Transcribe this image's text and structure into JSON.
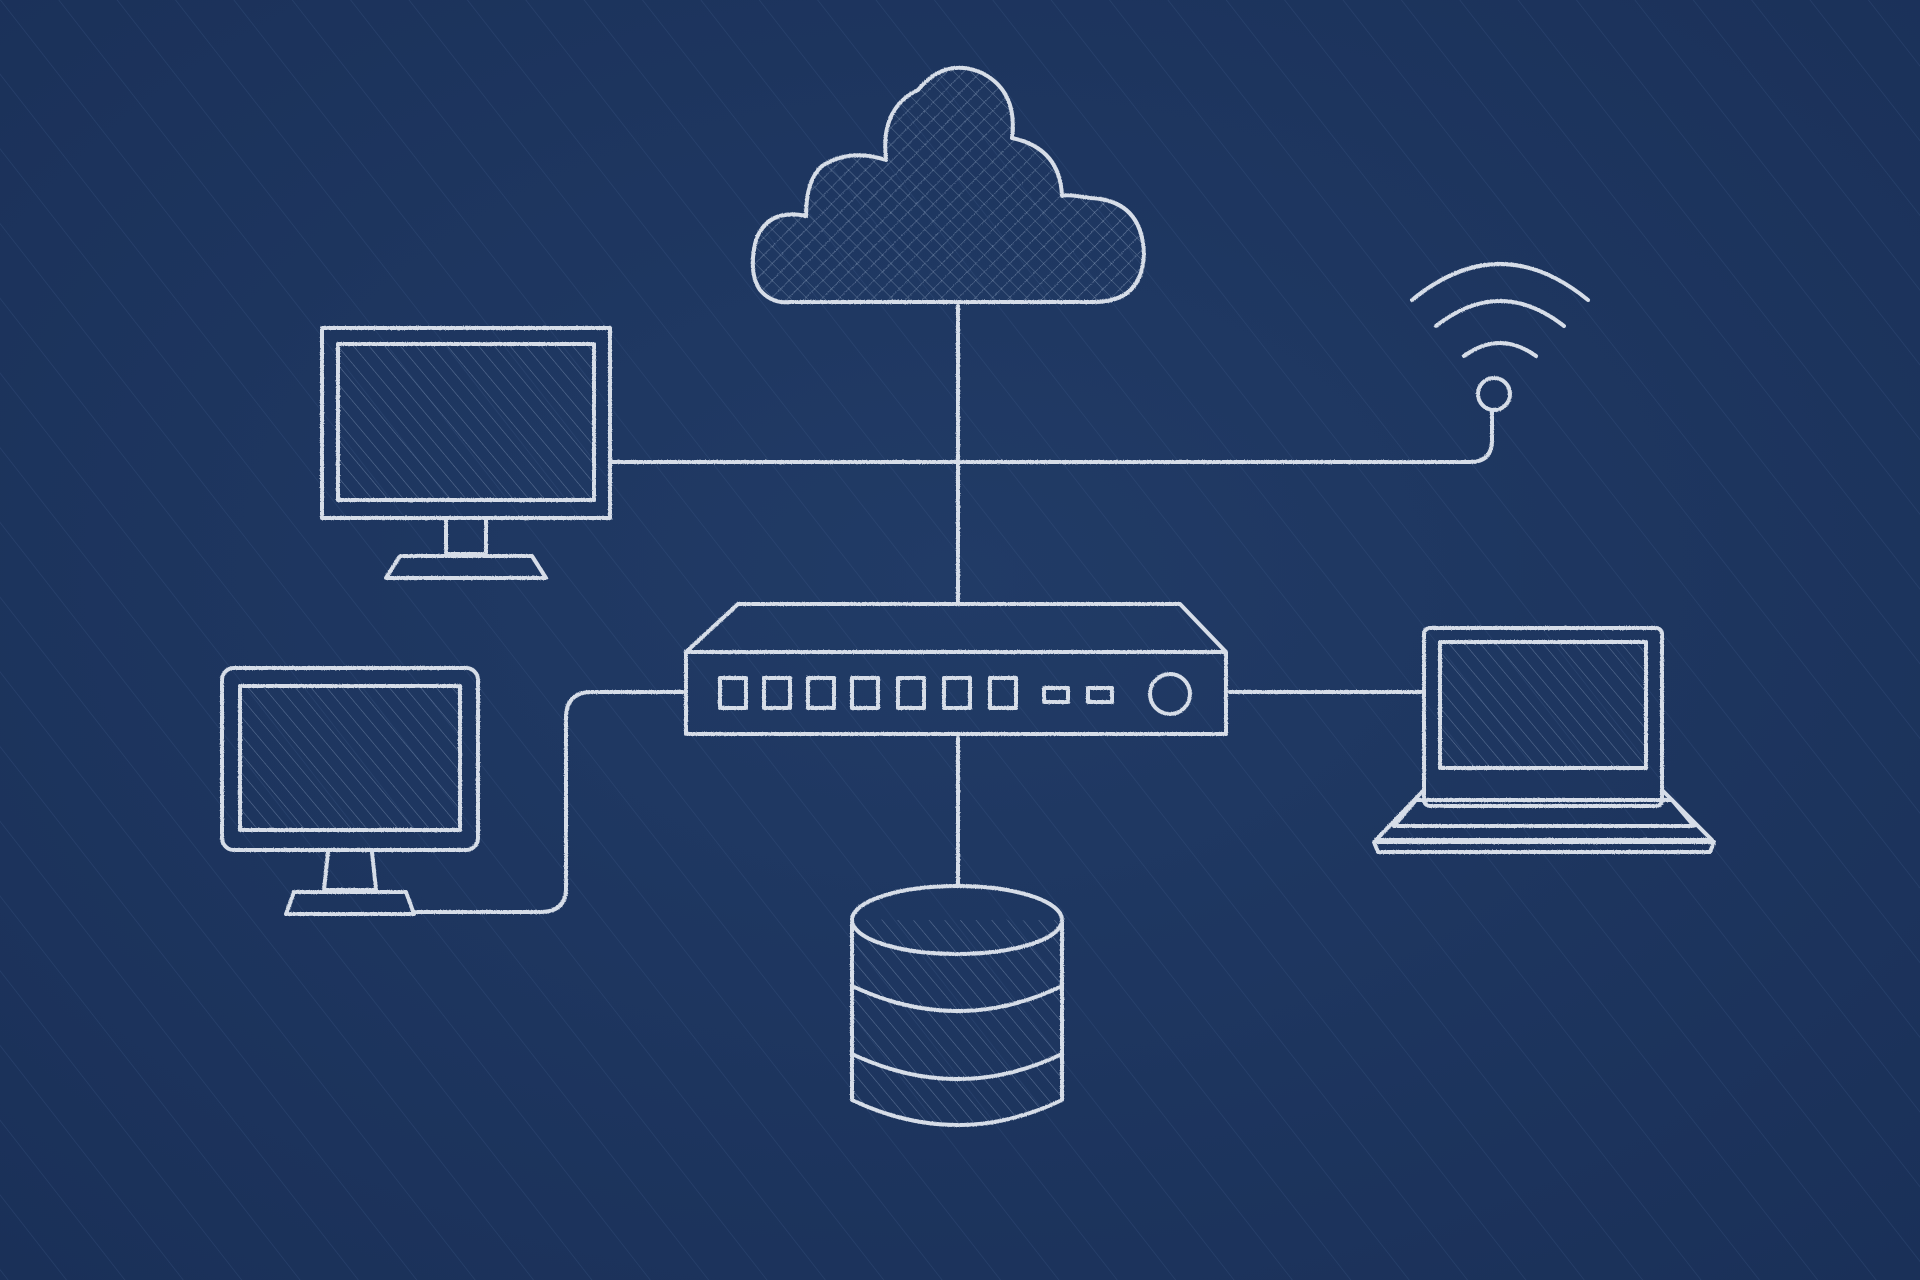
{
  "diagram": {
    "kind": "network-topology-sketch",
    "style": "chalk-on-blueprint",
    "colors": {
      "background": "#1f3862",
      "background_edge": "#1a3058",
      "chalk": "#d6dde8",
      "hatch": "#8fa3c2"
    },
    "nodes": [
      {
        "id": "cloud",
        "icon": "cloud-icon"
      },
      {
        "id": "wifi",
        "icon": "wifi-icon"
      },
      {
        "id": "monitor-top-left",
        "icon": "monitor-icon"
      },
      {
        "id": "monitor-bottom-left",
        "icon": "monitor-icon"
      },
      {
        "id": "switch",
        "icon": "network-switch-icon",
        "ports": 7,
        "small_ports": 2,
        "indicators": 1
      },
      {
        "id": "laptop",
        "icon": "laptop-icon"
      },
      {
        "id": "database",
        "icon": "database-icon",
        "layers": 3
      }
    ],
    "links": [
      {
        "from": "cloud",
        "to": "switch"
      },
      {
        "from": "monitor-top-left",
        "to": "wifi"
      },
      {
        "from": "switch",
        "to": "monitor-bottom-left"
      },
      {
        "from": "switch",
        "to": "laptop"
      },
      {
        "from": "switch",
        "to": "database"
      }
    ]
  }
}
